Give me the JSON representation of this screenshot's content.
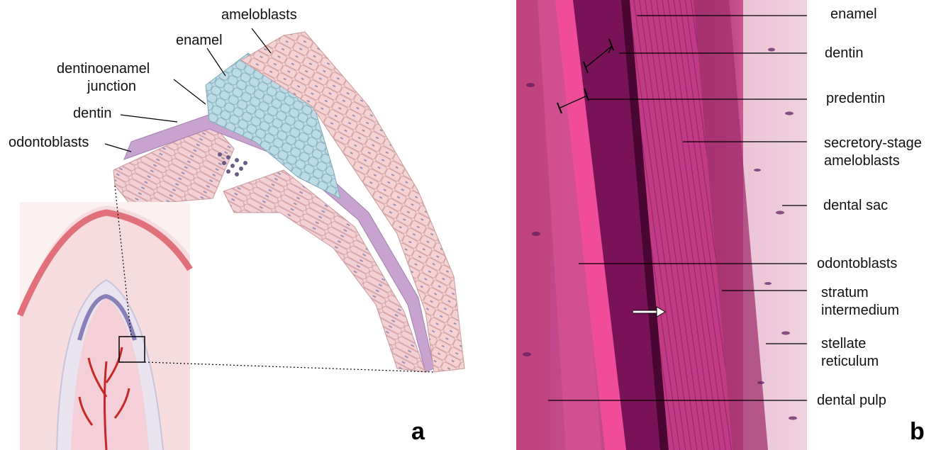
{
  "panel_a": {
    "letter": "a",
    "labels": {
      "ameloblasts": "ameloblasts",
      "enamel": "enamel",
      "dej_line1": "dentinoenamel",
      "dej_line2": "junction",
      "dentin": "dentin",
      "odontoblasts": "odontoblasts"
    }
  },
  "panel_b": {
    "letter": "b",
    "labels": {
      "enamel": "enamel",
      "dentin": "dentin",
      "predentin": "predentin",
      "secretory_line1": "secretory-stage",
      "secretory_line2": "ameloblasts",
      "dental_sac": "dental sac",
      "odontoblasts": "odontoblasts",
      "stratum_line1": "stratum",
      "stratum_line2": "intermedium",
      "stellate_line1": "stellate",
      "stellate_line2": "reticulum",
      "dental_pulp": "dental pulp"
    }
  },
  "colors": {
    "ameloblast_pink": "#f6d3d3",
    "enamel_blue": "#bcdbe6",
    "dentin_purple": "#c9a3cf",
    "odontoblast_pink": "#f3d0d3",
    "histology_dark": "#7a0f55",
    "histology_magenta": "#d3207a",
    "histology_pink": "#e85aa0",
    "gum_red": "#e0707a"
  }
}
